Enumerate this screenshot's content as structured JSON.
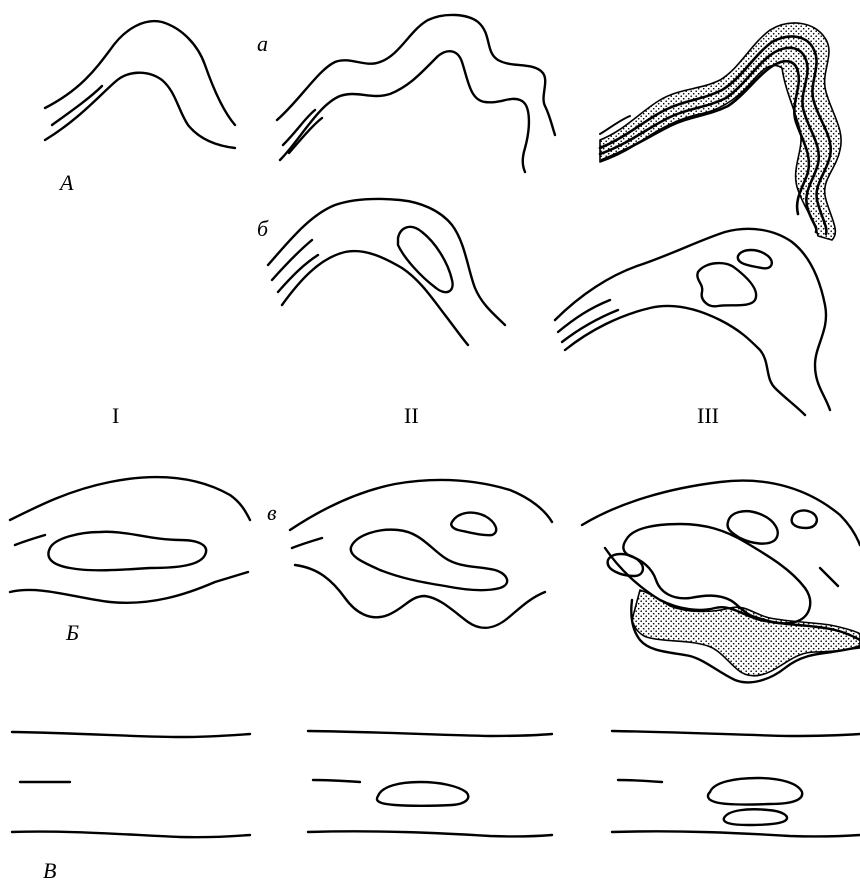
{
  "figure": {
    "row_labels": {
      "A": "А",
      "B": "Б",
      "V": "В"
    },
    "subfigure_labels": {
      "a": "а",
      "b": "б",
      "v": "в"
    },
    "column_labels": {
      "c1": "I",
      "c2": "II",
      "c3": "III"
    },
    "stipple_color": "#000000",
    "line_color": "#000000",
    "background": "#ffffff"
  }
}
